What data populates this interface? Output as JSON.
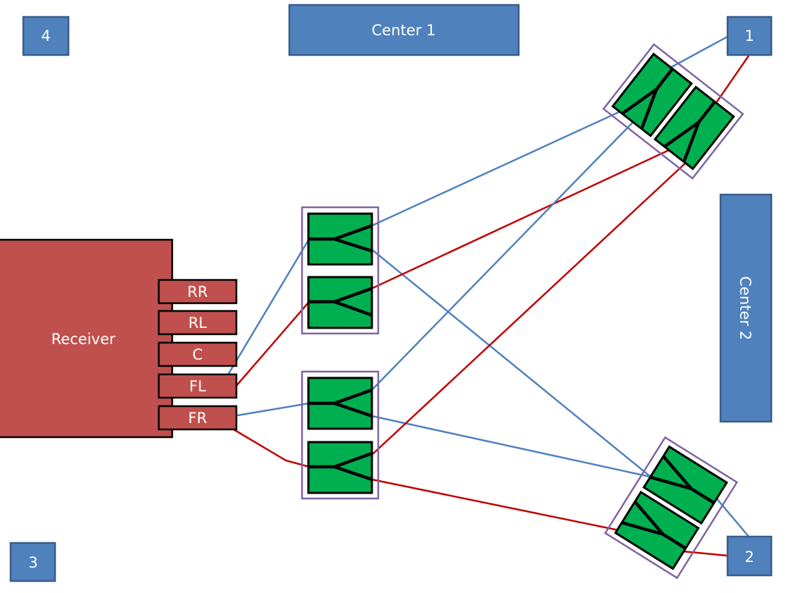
{
  "colors": {
    "left_channel": "#4f81bd",
    "right_channel": "#c00000",
    "speaker_box": "#4f81bd",
    "receiver": "#c0504d",
    "splitter": "#00b050",
    "splitter_frame": "#8064a2"
  },
  "speakers": {
    "s1": "1",
    "s2": "2",
    "s3": "3",
    "s4": "4",
    "center1": "Center 1",
    "center2": "Center 2"
  },
  "receiver": {
    "label": "Receiver",
    "outputs": [
      "RR",
      "RL",
      "C",
      "FL",
      "FR"
    ]
  },
  "wires": [
    {
      "from": "FL",
      "to": "splitter-a-top",
      "channel": "left"
    },
    {
      "from": "FL",
      "to": "splitter-a-bottom",
      "channel": "right"
    },
    {
      "from": "FR",
      "to": "splitter-b-top",
      "channel": "left"
    },
    {
      "from": "FR",
      "to": "splitter-b-bottom",
      "channel": "right"
    },
    {
      "from": "splitter-a-top",
      "to": "splitter-c-left",
      "channel": "left"
    },
    {
      "from": "splitter-a-top",
      "to": "splitter-d-top",
      "channel": "left"
    },
    {
      "from": "splitter-a-bottom",
      "to": "splitter-c-right",
      "channel": "right"
    },
    {
      "from": "splitter-b-top",
      "to": "splitter-c-left",
      "channel": "left"
    },
    {
      "from": "splitter-b-top",
      "to": "splitter-d-top",
      "channel": "left"
    },
    {
      "from": "splitter-b-bottom",
      "to": "splitter-c-right",
      "channel": "right"
    },
    {
      "from": "splitter-b-bottom",
      "to": "splitter-d-bottom",
      "channel": "right"
    },
    {
      "from": "splitter-c-left",
      "to": "1",
      "channel": "left"
    },
    {
      "from": "splitter-c-right",
      "to": "1",
      "channel": "right"
    },
    {
      "from": "splitter-d-top",
      "to": "2",
      "channel": "left"
    },
    {
      "from": "splitter-d-bottom",
      "to": "2",
      "channel": "right"
    }
  ]
}
